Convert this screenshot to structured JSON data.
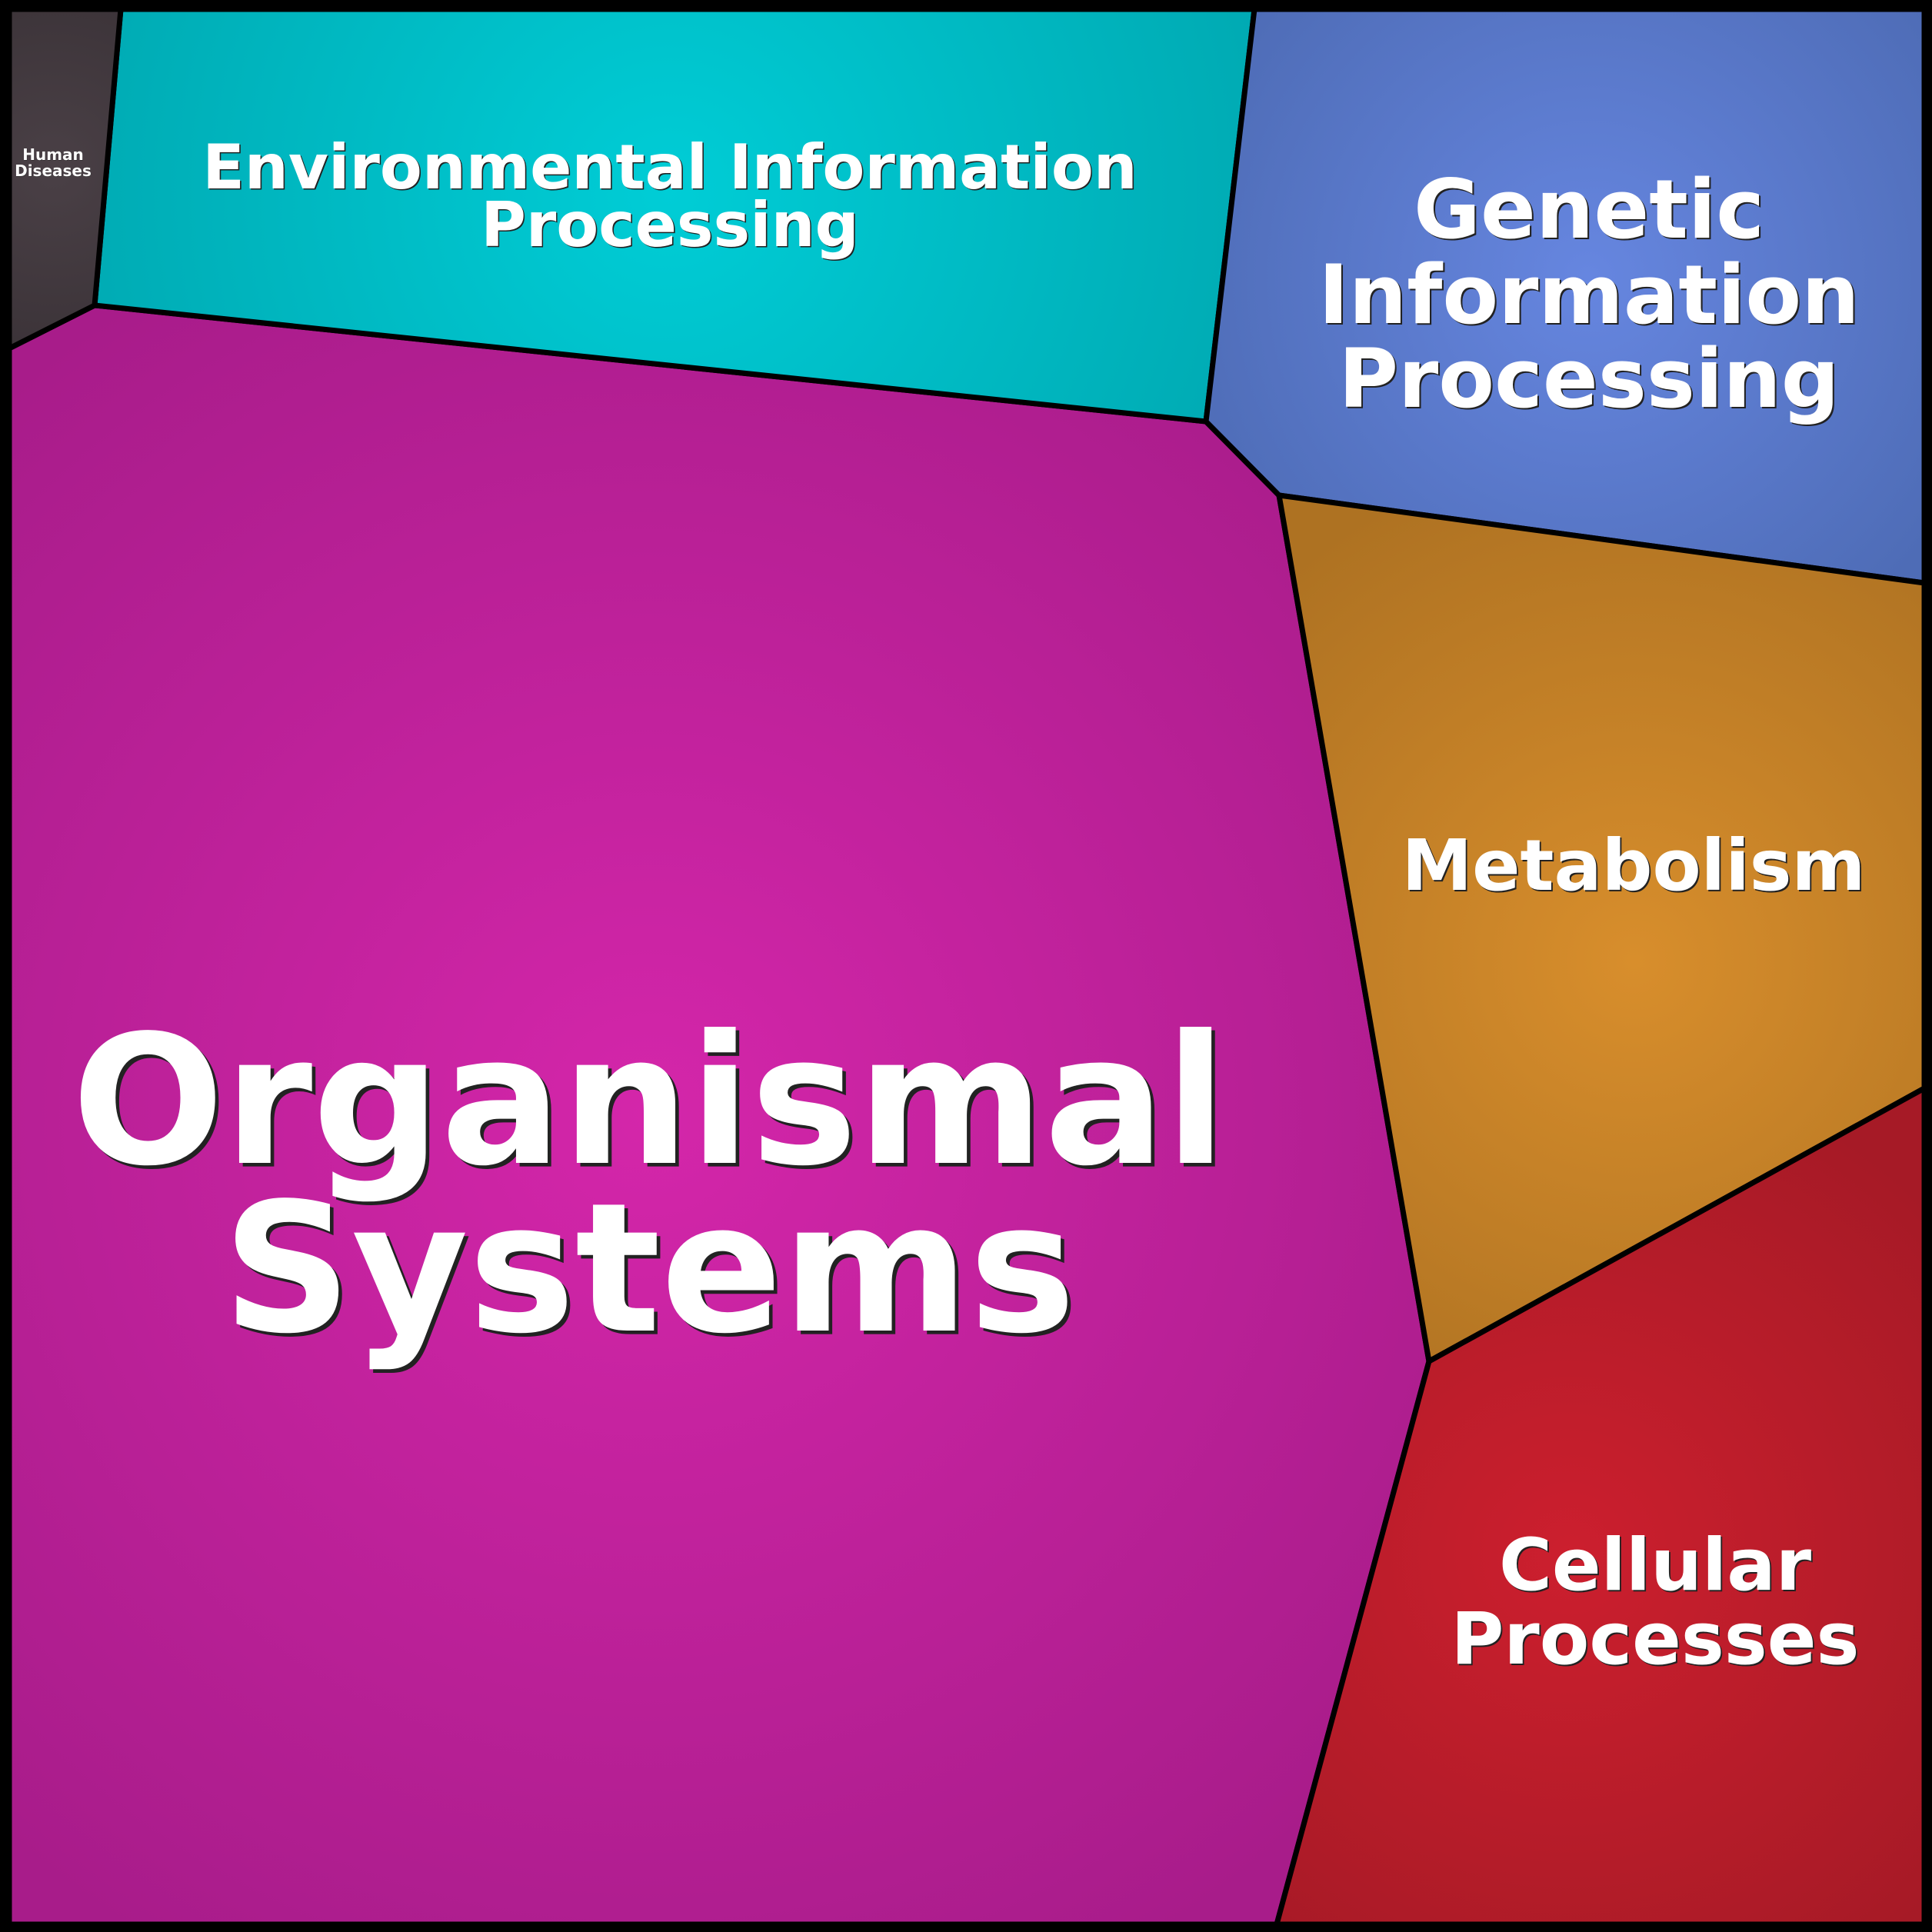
{
  "chart_data": {
    "type": "voronoi-treemap",
    "title": "",
    "cells": [
      {
        "id": "organismal",
        "label": [
          "Organismal",
          "Systems"
        ],
        "color": "#d426aa",
        "edge": "#a81c8a"
      },
      {
        "id": "environmental",
        "label": [
          "Environmental Information",
          "Processing"
        ],
        "color": "#00cdd6",
        "edge": "#00a5ae"
      },
      {
        "id": "genetic",
        "label": [
          "Genetic",
          "Information",
          "Processing"
        ],
        "color": "#6686e0",
        "edge": "#4e6cb6"
      },
      {
        "id": "metabolism",
        "label": [
          "Metabolism"
        ],
        "color": "#d88e2c",
        "edge": "#ae7222"
      },
      {
        "id": "cellular",
        "label": [
          "Cellular",
          "Processes"
        ],
        "color": "#cc1f2e",
        "edge": "#a61a26"
      },
      {
        "id": "human",
        "label": [
          "Human",
          "Diseases"
        ],
        "color": "#4a4046",
        "edge": "#3a3237"
      }
    ]
  }
}
